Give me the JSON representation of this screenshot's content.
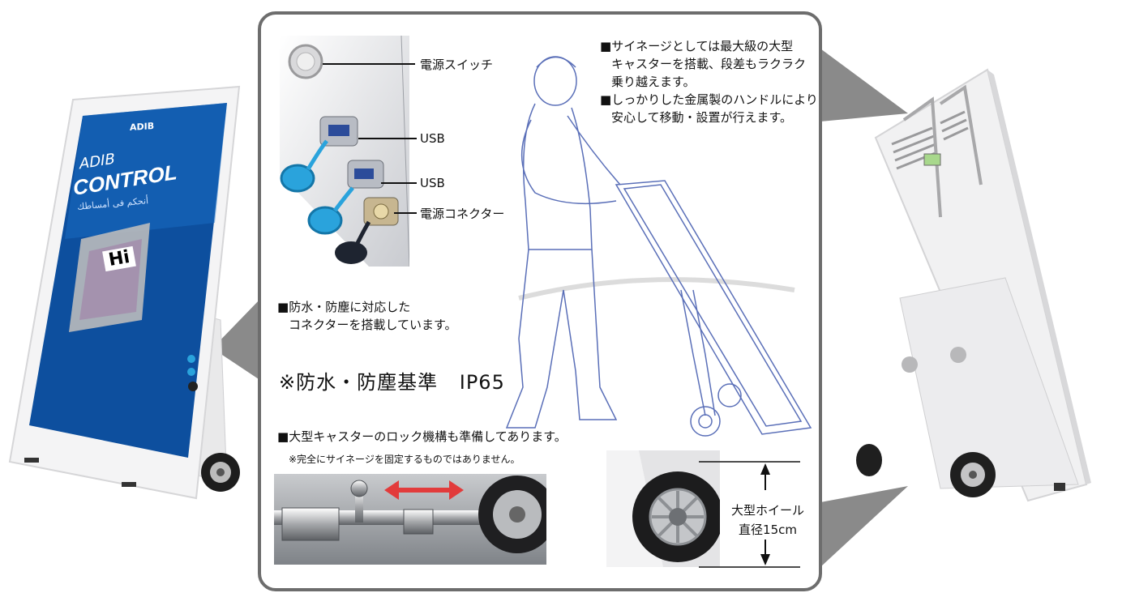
{
  "left_poster": {
    "brand": "ADIB",
    "headline_line1": "ADIB",
    "headline_line2": "CONTROL",
    "arabic_tagline": "أنحكم فى أمساطك",
    "badge_text": "Hi"
  },
  "connectors": {
    "power_switch": "電源スイッチ",
    "usb_1": "USB",
    "usb_2": "USB",
    "power_connector": "電源コネクター"
  },
  "notes": {
    "caster_line1": "サイネージとしては最大級の大型",
    "caster_line2": "キャスターを搭載、段差もラクラク",
    "caster_line3": "乗り越えます。",
    "handle_line1": "しっかりした金属製のハンドルにより",
    "handle_line2": "安心して移動・設置が行えます。",
    "waterproof_line1": "防水・防塵に対応した",
    "waterproof_line2": "コネクターを搭載しています。",
    "standard": "※防水・防塵基準",
    "rating": "IP65",
    "lock_line": "大型キャスターのロック機構も準備してあります。",
    "lock_note": "※完全にサイネージを固定するものではありません。"
  },
  "wheel": {
    "label_line1": "大型ホイール",
    "label_line2": "直径15cm"
  },
  "colors": {
    "panel_border": "#6d6d6d",
    "wedge_gray": "#8a8a8a",
    "poster_blue": "#0d4f9e",
    "cap_blue": "#2aa3dc",
    "arrow_red": "#e23b3b",
    "sketch_blue": "#5a6fb8"
  }
}
